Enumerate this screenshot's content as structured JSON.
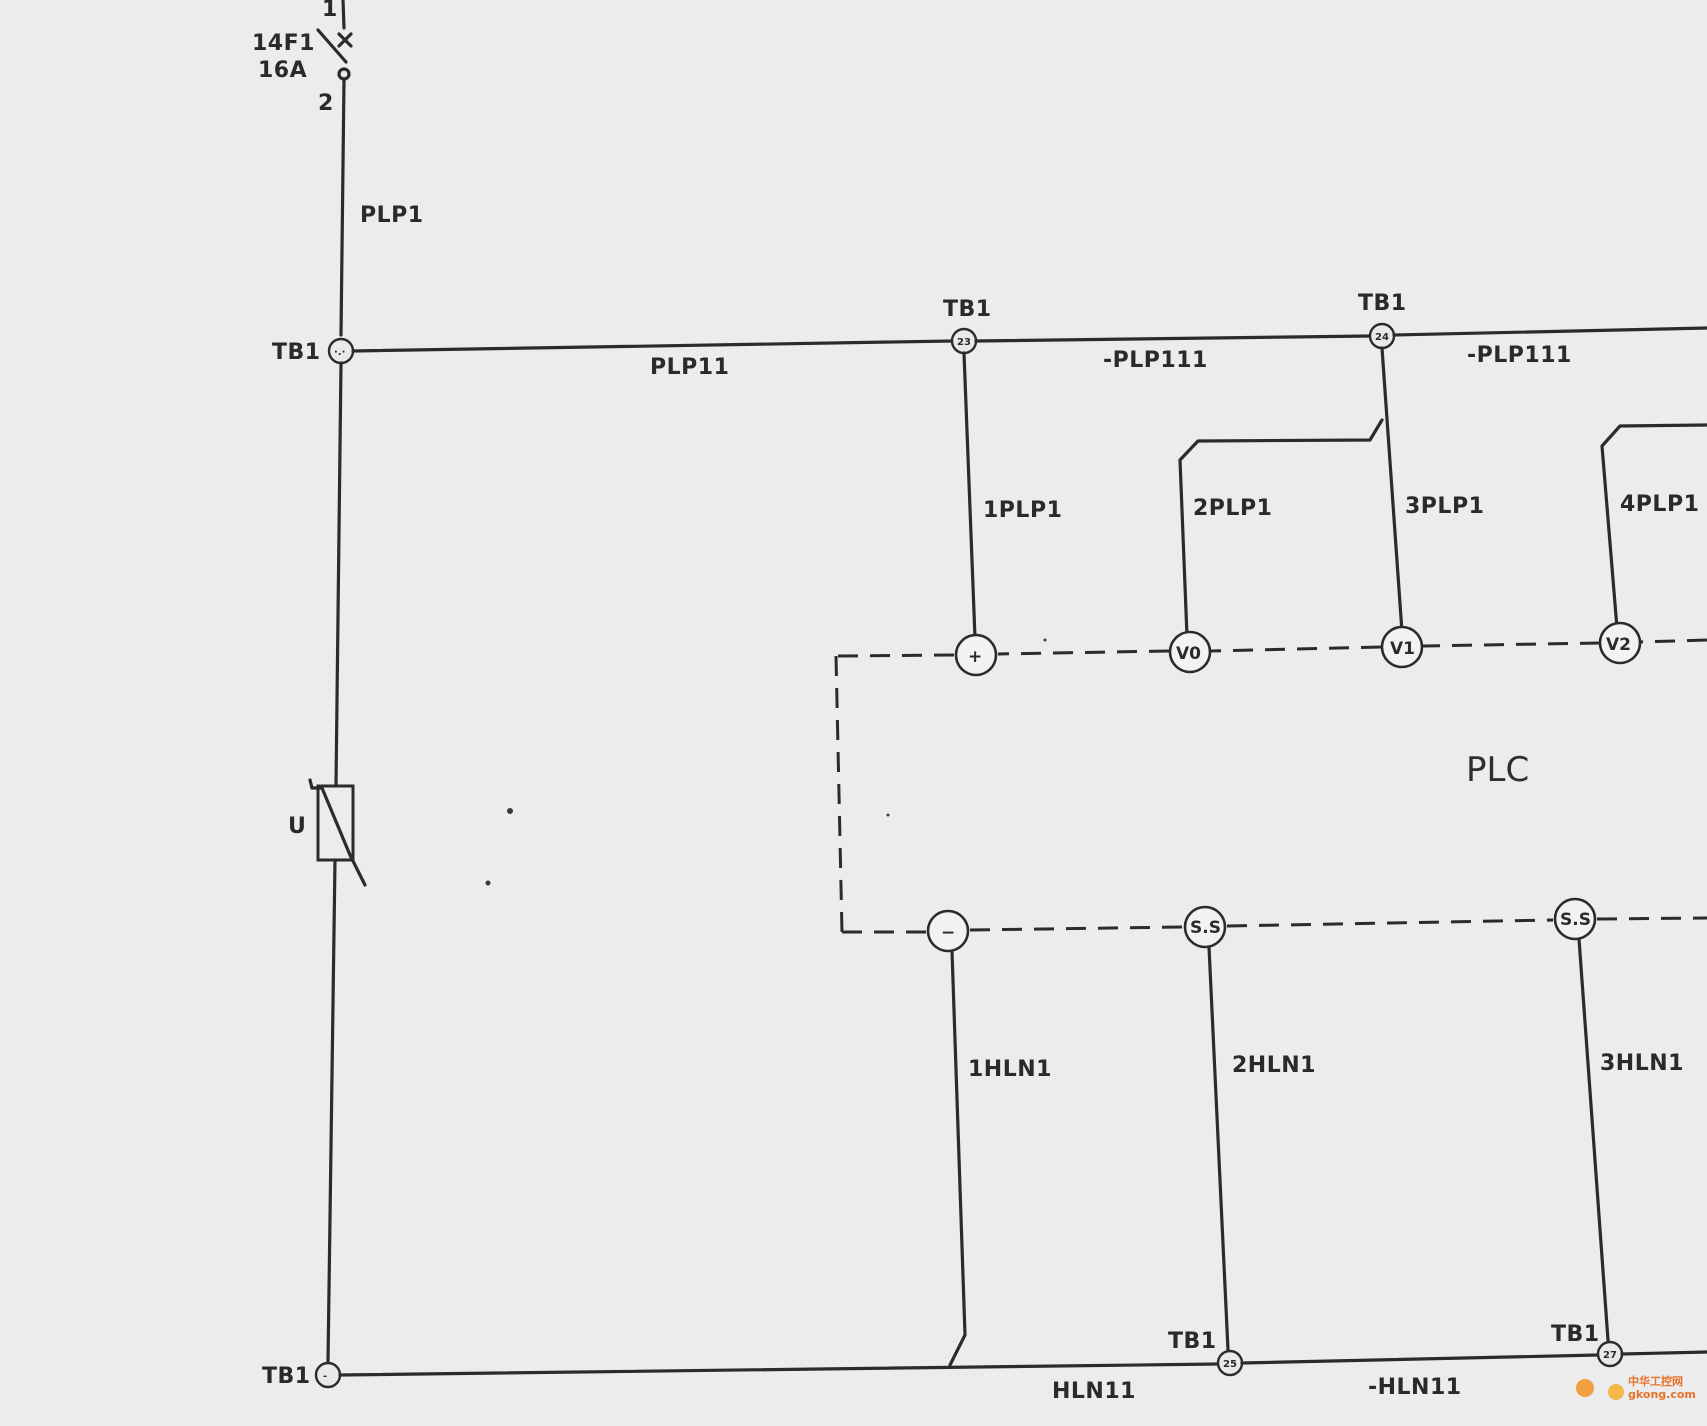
{
  "breaker": {
    "pin_top": "1",
    "pin_bottom": "2",
    "designator": "14F1",
    "rating": "16A"
  },
  "wires": {
    "plp1": "PLP1",
    "plp11": "PLP11",
    "plp111_a": "-PLP111",
    "plp111_b": "-PLP111",
    "w1plp1": "1PLP1",
    "w2plp1": "2PLP1",
    "w3plp1": "3PLP1",
    "w4plp1": "4PLP1",
    "w1hln1": "1HLN1",
    "w2hln1": "2HLN1",
    "w3hln1": "3HLN1",
    "hln11": "HLN11",
    "hln11_b": "-HLN11"
  },
  "terminal_labels": {
    "tb1_plus_left": "TB1",
    "tb1_23": "TB1",
    "tb1_24": "TB1",
    "tb1_minus_left": "TB1",
    "tb1_25": "TB1",
    "tb1_27": "TB1"
  },
  "terminal_numbers": {
    "t23": "23",
    "t24": "24",
    "t25": "25",
    "t27": "27"
  },
  "plc": {
    "title": "PLC",
    "plus": "+",
    "minus": "−",
    "v0": "V0",
    "v1": "V1",
    "v2": "V2",
    "ss1": "S.S",
    "ss2": "S.S"
  },
  "varistor": {
    "label": "U"
  },
  "watermark": {
    "line1": "中华工控网",
    "line2": "gkong.com"
  }
}
